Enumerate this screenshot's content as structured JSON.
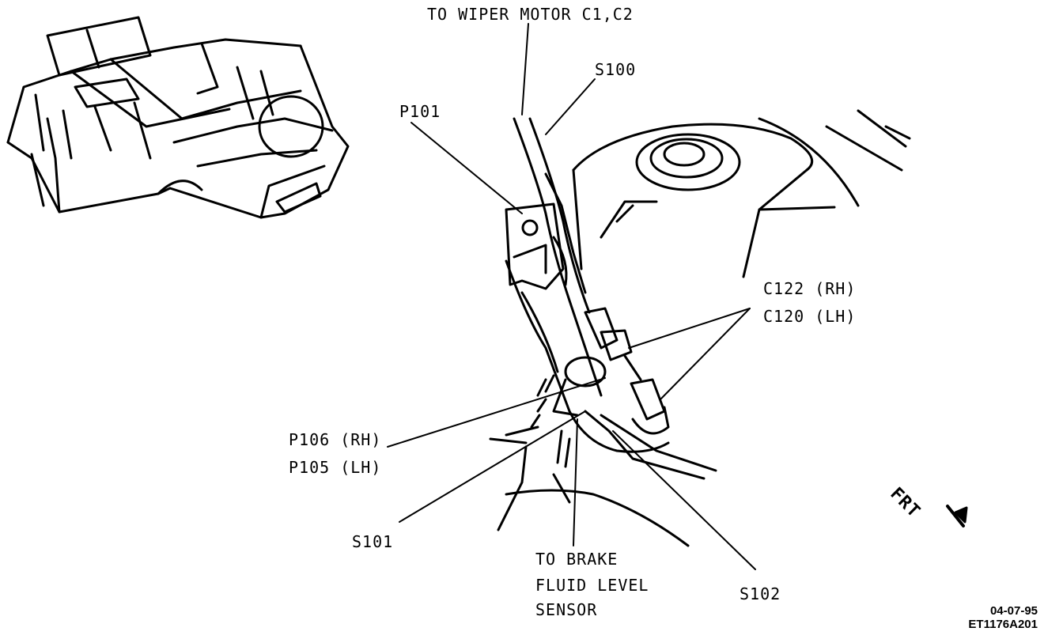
{
  "labels": {
    "wiper": "TO WIPER MOTOR C1,C2",
    "s100": "S100",
    "p101": "P101",
    "c122": "C122 (RH)",
    "c120": "C120 (LH)",
    "p106": "P106 (RH)",
    "p105": "P105 (LH)",
    "s101": "S101",
    "brake_1": "TO BRAKE",
    "brake_2": "FLUID LEVEL",
    "brake_3": "SENSOR",
    "s102": "S102",
    "frt": "FRT"
  },
  "figure_code": {
    "date": "04-07-95",
    "id": "ET1176A201"
  },
  "colors": {
    "ink": "#000000",
    "paper": "#ffffff"
  }
}
